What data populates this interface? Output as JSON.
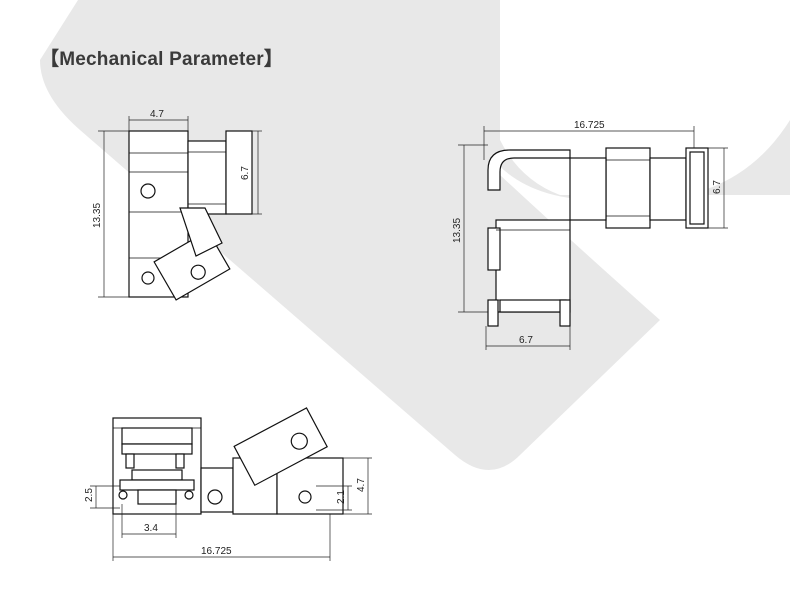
{
  "title": "【Mechanical Parameter】",
  "colors": {
    "watermark": "#e8e8e8",
    "line": "#111111",
    "text": "#3a3a3a"
  },
  "views": {
    "top_left": {
      "dims": {
        "width": "4.7",
        "height_right": "6.7",
        "height_left": "13.35"
      }
    },
    "top_right": {
      "dims": {
        "width": "16.725",
        "height_left": "13.35",
        "height_right": "6.7",
        "bottom": "6.7"
      }
    },
    "bottom": {
      "dims": {
        "inner": "3.4",
        "total": "16.725",
        "left": "2.5",
        "right_small": "2.1",
        "right_big": "4.7"
      }
    }
  }
}
